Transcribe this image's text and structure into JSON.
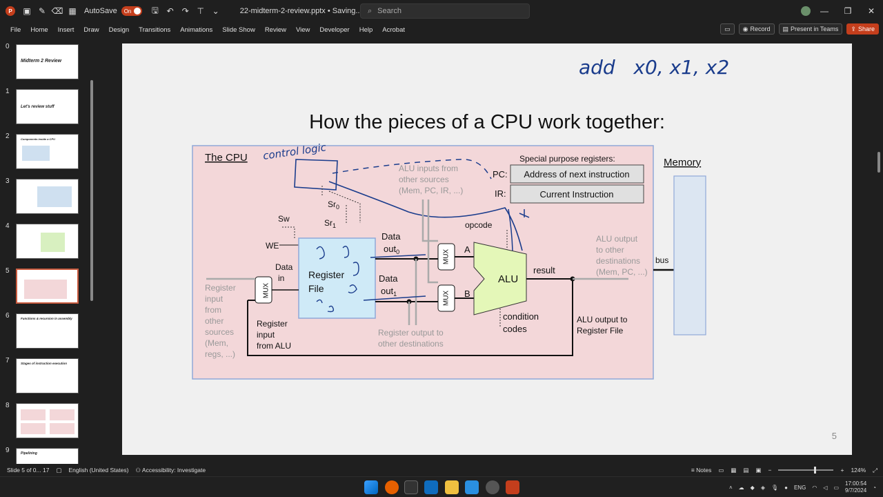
{
  "titlebar": {
    "autosave_label": "AutoSave",
    "autosave_state": "On",
    "doc_title": "22-midterm-2-review.pptx • Saving...",
    "search_placeholder": "Search"
  },
  "ribbon": {
    "tabs": [
      "File",
      "Home",
      "Insert",
      "Draw",
      "Design",
      "Transitions",
      "Animations",
      "Slide Show",
      "Review",
      "View",
      "Developer",
      "Help",
      "Acrobat"
    ],
    "record_label": "Record",
    "present_label": "Present in Teams",
    "share_label": "Share"
  },
  "thumbnails": [
    {
      "num": "0",
      "title": "Midterm 2 Review"
    },
    {
      "num": "1",
      "title": "Let's review stuff"
    },
    {
      "num": "2",
      "title": "Components inside a CPU"
    },
    {
      "num": "3",
      "title": ""
    },
    {
      "num": "4",
      "title": ""
    },
    {
      "num": "5",
      "title": ""
    },
    {
      "num": "6",
      "title": "Functions & recursion in assembly"
    },
    {
      "num": "7",
      "title": "Stages of instruction execution"
    },
    {
      "num": "8",
      "title": ""
    },
    {
      "num": "9",
      "title": "Pipelining"
    }
  ],
  "slide": {
    "title": "How the pieces of a CPU work together:",
    "number": "5",
    "handwriting_top": "add   x0, x1, x2",
    "diagram": {
      "cpu_label": "The CPU",
      "control_logic": "control logic",
      "alu_inputs_other": [
        "ALU inputs from",
        "other sources",
        "(Mem, PC, IR, ...)"
      ],
      "special_regs_title": "Special purpose registers:",
      "pc_label": "PC:",
      "pc_value": "Address of next instruction",
      "ir_label": "IR:",
      "ir_value": "Current Instruction",
      "memory_label": "Memory",
      "sr0": "Sr",
      "sr0_sub": "0",
      "sr1": "Sr",
      "sr1_sub": "1",
      "sw": "Sw",
      "we": "WE",
      "opcode": "opcode",
      "data_in": [
        "Data",
        "in"
      ],
      "register_file": [
        "Register",
        "File"
      ],
      "data_out0": [
        "Data",
        "out"
      ],
      "data_out0_sub": "0",
      "data_out1": [
        "Data",
        "out"
      ],
      "data_out1_sub": "1",
      "mux": "MUX",
      "a_label": "A",
      "b_label": "B",
      "alu": "ALU",
      "result": "result",
      "condition_codes": [
        "condition",
        "codes"
      ],
      "alu_output_other": [
        "ALU output",
        "to other",
        "destinations",
        "(Mem, PC, ...)"
      ],
      "bus": "bus",
      "register_input_other": [
        "Register",
        "input",
        "from",
        "other",
        "sources",
        "(Mem,",
        "regs, ...)"
      ],
      "register_input_alu": [
        "Register",
        "input",
        "from ALU"
      ],
      "register_output_other": [
        "Register output to",
        "other destinations"
      ],
      "alu_output_regfile": [
        "ALU output to",
        "Register File"
      ]
    }
  },
  "statusbar": {
    "slide_info": "Slide 5 of 0... 17",
    "language": "English (United States)",
    "accessibility": "Accessibility: Investigate",
    "notes": "Notes",
    "zoom": "124%"
  },
  "taskbar": {
    "lang": "ENG",
    "time": "17:00:54",
    "date": "9/7/2024"
  },
  "colors": {
    "accent": "#c43e1c",
    "cpu_bg": "#f3d7d9",
    "cpu_border": "#8fa8d8",
    "regfile_bg": "#cfeaf7",
    "alu_fill": "#e4f7b8",
    "memory_bg": "#dce6f2",
    "ink": "#1a3c8c"
  }
}
